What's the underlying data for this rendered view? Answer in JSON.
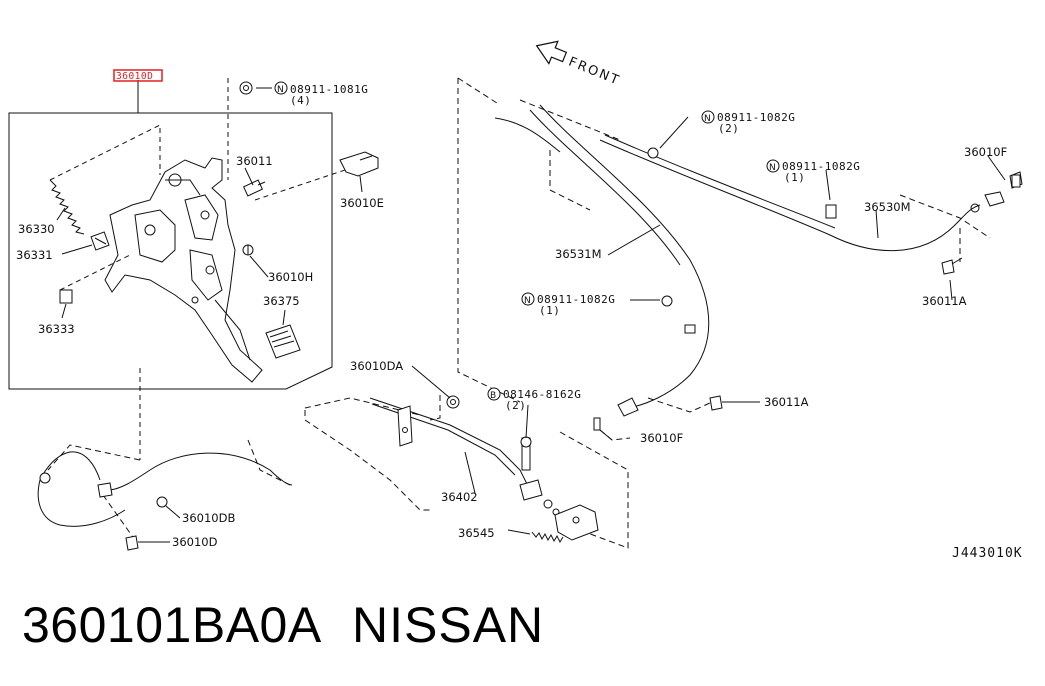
{
  "diagram": {
    "highlighted_part": "36010D",
    "highlight_color": "#e02020",
    "front_arrow_label": "FRONT",
    "drawing_code": "J443010K",
    "labels": {
      "p36330": "36330",
      "p36331": "36331",
      "p36333": "36333",
      "p36011": "36011",
      "p36010H": "36010H",
      "p36375": "36375",
      "p36010E": "36010E",
      "n08911_1081G": "08911-1081G",
      "n08911_1081G_qty": "(4)",
      "n08911_1082G_a": "08911-1082G",
      "n08911_1082G_a_qty": "(2)",
      "n08911_1082G_b": "08911-1082G",
      "n08911_1082G_b_qty": "(1)",
      "n08911_1082G_c": "08911-1082G",
      "n08911_1082G_c_qty": "(1)",
      "b08146_8162G": "08146-8162G",
      "b08146_8162G_qty": "(2)",
      "p36010F_top": "36010F",
      "p36530M": "36530M",
      "p36531M": "36531M",
      "p36011A_right": "36011A",
      "p36011A_mid": "36011A",
      "p36010F_mid": "36010F",
      "p36010DA": "36010DA",
      "p36402": "36402",
      "p36545": "36545",
      "p36010DB": "36010DB",
      "p36010D": "36010D",
      "circle_N": "N",
      "circle_B": "B"
    }
  },
  "footer": {
    "part_number": "360101BA0A",
    "brand": "NISSAN"
  }
}
